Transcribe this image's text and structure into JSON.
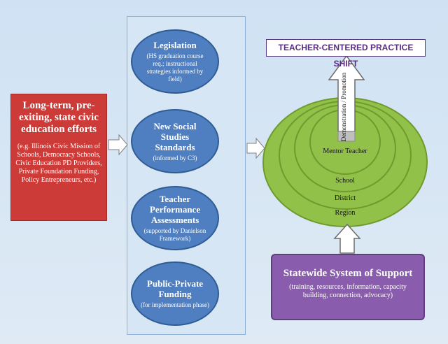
{
  "left_box": {
    "title": "Long-term, pre-exiting, state civic education efforts",
    "subtitle": "(e.g. Illinois Civic Mission of Schools, Democracy Schools, Civic Education PD Providers, Private Foundation Funding, Policy Entrepreneurs, etc.)"
  },
  "ellipses": [
    {
      "title": "Legislation",
      "subtitle": "(HS graduation course req.; instructional strategies informed by field)"
    },
    {
      "title": "New Social Studies Standards",
      "subtitle": "(informed by C3)"
    },
    {
      "title": "Teacher Performance Assessments",
      "subtitle": "(supported by Danielson Framework)"
    },
    {
      "title": "Public-Private Funding",
      "subtitle": "(for implementation phase)"
    }
  ],
  "shift_box": {
    "label": "TEACHER-CENTERED PRACTICE SHIFT"
  },
  "arrow_label": "Demonstration / Promotion",
  "rings": {
    "center": "Mentor Teacher",
    "school": "School",
    "district": "District",
    "region": "Region"
  },
  "support_box": {
    "title": "Statewide System of Support",
    "subtitle": "(training, resources, information, capacity building, connection, advocacy)"
  },
  "colors": {
    "left_box": "#cc3b37",
    "ellipse": "#4f7fc1",
    "rings": "#92c14a",
    "support_box": "#8a5cae",
    "shift_text": "#5a2d82"
  }
}
